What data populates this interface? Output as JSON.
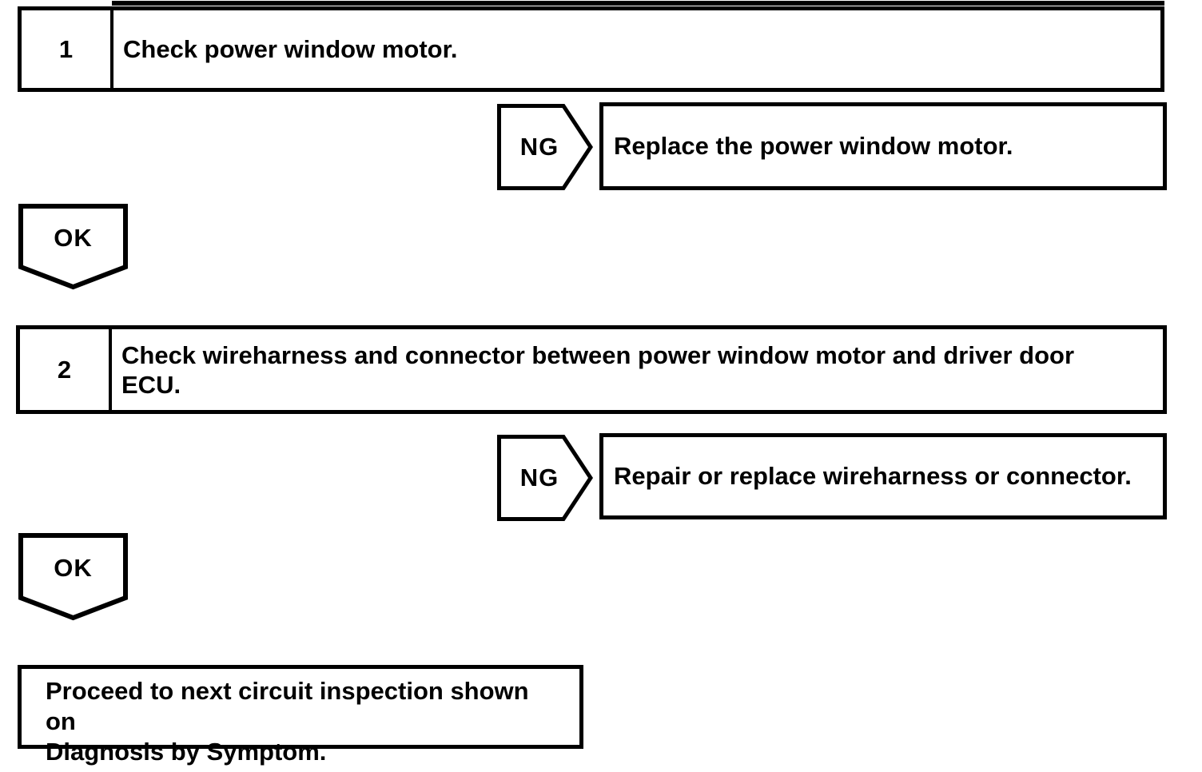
{
  "colors": {
    "ink": "#000000",
    "paper": "#ffffff"
  },
  "flowchart": {
    "step1": {
      "number": "1",
      "text": "Check power window motor."
    },
    "ng1": {
      "label": "NG",
      "result": "Replace the power window motor."
    },
    "ok1": {
      "label": "OK"
    },
    "step2": {
      "number": "2",
      "lines": [
        "Check wireharness and connector between power window motor and driver door",
        "ECU."
      ]
    },
    "ng2": {
      "label": "NG",
      "result": "Repair or replace wireharness or connector."
    },
    "ok2": {
      "label": "OK"
    },
    "final": {
      "lines": [
        "Proceed to next circuit inspection shown on",
        "Diagnosis by Symptom."
      ]
    }
  }
}
